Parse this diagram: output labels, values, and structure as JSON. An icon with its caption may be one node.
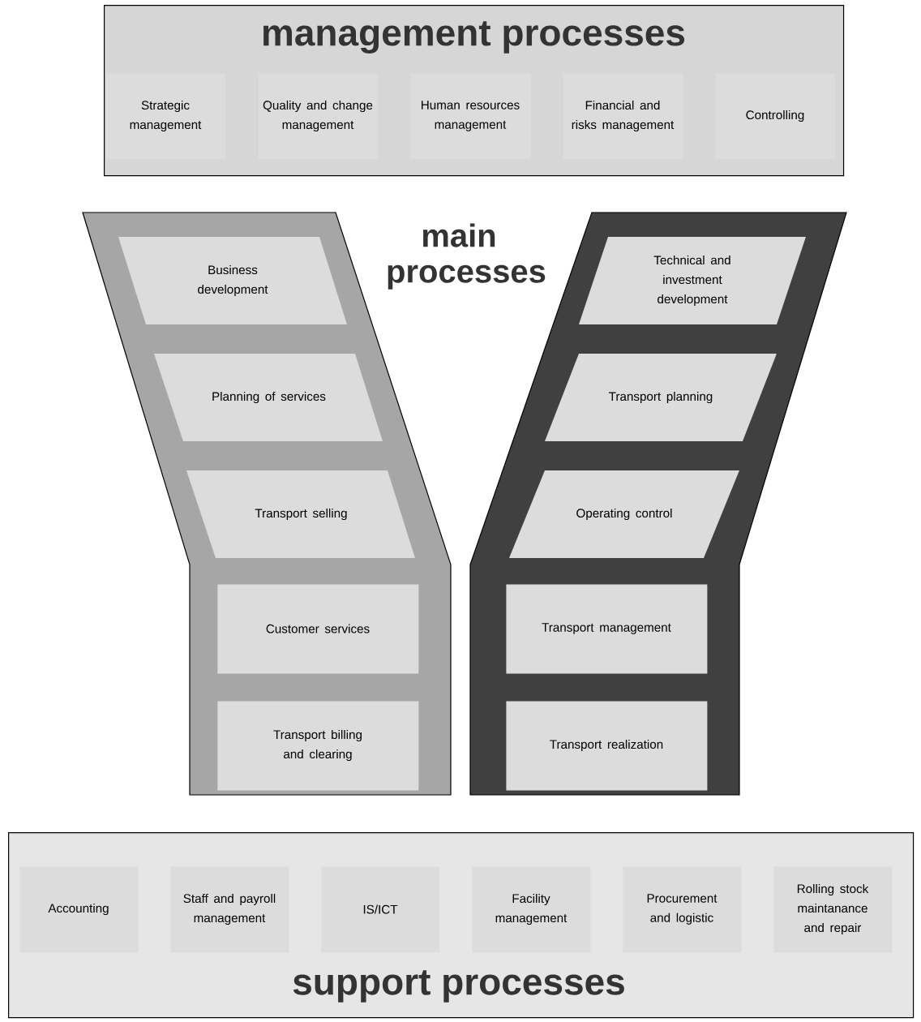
{
  "diagram": {
    "nodes": [
      {
        "text": [
          "management processes"
        ]
      },
      {
        "text": [
          "Strategic management"
        ],
        "in": 0
      },
      {
        "text": [
          "Quality and change management"
        ],
        "in": 0
      },
      {
        "text": [
          "Human resources management"
        ],
        "in": 0
      },
      {
        "text": [
          "Financial and risks management"
        ],
        "in": 0
      },
      {
        "text": [
          "Controlling"
        ],
        "in": 0
      },
      {
        "text": [],
        "shape": "band"
      },
      {
        "text": [
          "Business development"
        ],
        "in": 6
      },
      {
        "text": [
          "Planning of services"
        ],
        "in": 6
      },
      {
        "text": [
          "Transport selling"
        ],
        "in": 6
      },
      {
        "text": [
          "Customer services"
        ],
        "in": 6
      },
      {
        "text": [
          "Transport billing and clearing"
        ],
        "in": 6
      },
      {
        "text": [],
        "shape": "band"
      },
      {
        "text": [
          "Technical and investment development"
        ],
        "in": 12
      },
      {
        "text": [
          "Transport planning"
        ],
        "in": 12
      },
      {
        "text": [
          "Operating control"
        ],
        "in": 12
      },
      {
        "text": [
          "Transport management"
        ],
        "in": 12
      },
      {
        "text": [
          "Transport realization"
        ],
        "in": 12
      },
      {
        "text": [
          "support processes"
        ]
      },
      {
        "text": [
          "Accounting"
        ],
        "in": 18
      },
      {
        "text": [
          "Staff and payroll management"
        ],
        "in": 18
      },
      {
        "text": [
          "IS/ICT"
        ],
        "in": 18
      },
      {
        "text": [
          "Facility management"
        ],
        "in": 18
      },
      {
        "text": [
          "Procurement and logistic"
        ],
        "in": 18
      },
      {
        "text": [
          "Rolling stock maintanance and repair"
        ],
        "in": 18
      }
    ],
    "labels": [
      "main processes"
    ]
  }
}
